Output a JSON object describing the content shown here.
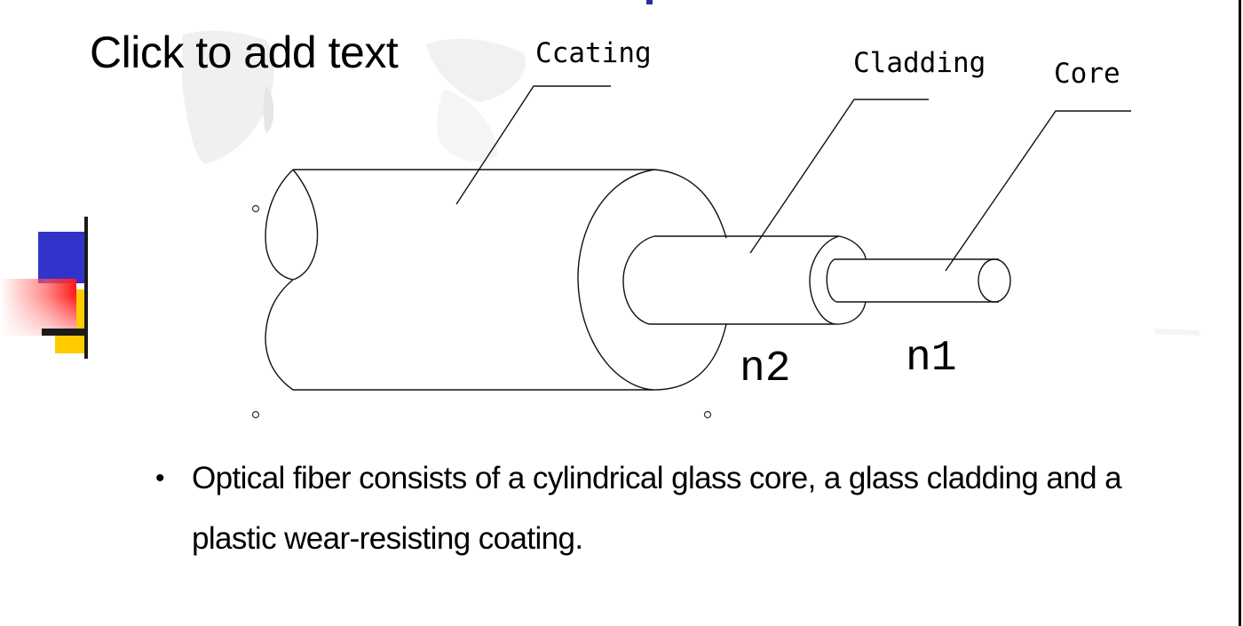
{
  "slide": {
    "title_placeholder": "Click to add text",
    "diagram": {
      "labels": {
        "coating": "Ccating",
        "cladding": "Cladding",
        "core": "Core",
        "n2": "n2",
        "n1": "n1"
      }
    },
    "bullets": [
      "Optical fiber consists of a cylindrical glass core, a glass cladding and a plastic wear-resisting coating."
    ],
    "bullet_glyph": "•",
    "colors": {
      "deco_blue": "#3333cc",
      "deco_red": "#ff1a1a",
      "deco_yellow": "#ffcc00",
      "deco_black": "#1a1a1a",
      "top_mark": "#2b2f9a"
    }
  }
}
